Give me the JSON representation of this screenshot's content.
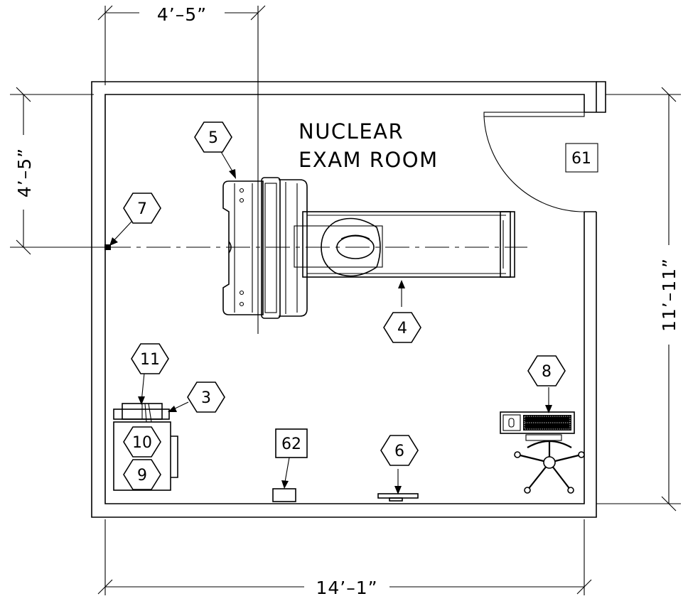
{
  "room": {
    "name_line1": "NUCLEAR",
    "name_line2": "EXAM ROOM",
    "number": "61"
  },
  "dimensions": {
    "top": "4’–5”",
    "left": "4’–5”",
    "right": "11’–11”",
    "bottom": "14’–1”"
  },
  "equipment_tags": {
    "t3": "3",
    "t4": "4",
    "t5": "5",
    "t6": "6",
    "t7": "7",
    "t8": "8",
    "t9": "9",
    "t10": "10",
    "t11": "11"
  },
  "box_tags": {
    "b62": "62"
  }
}
